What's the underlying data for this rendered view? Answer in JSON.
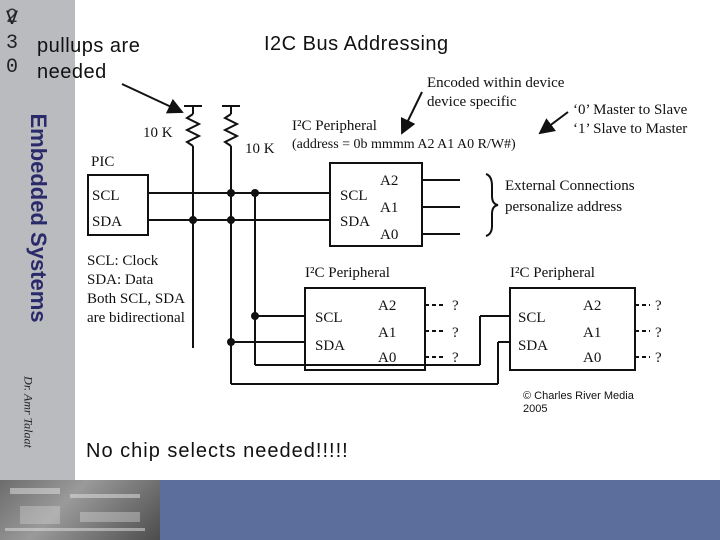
{
  "slide": {
    "course_code": [
      "V",
      "3",
      "0"
    ],
    "course_code_overlay": "2",
    "sidebar_title": "Embedded Systems",
    "author": "Dr. Amr Talaat",
    "title": "I2C Bus Addressing",
    "note_lines": [
      "pullups are",
      "needed"
    ],
    "footer_note": "No chip selects needed!!!!!",
    "copyright_lines": [
      "© Charles River Media",
      "2005"
    ]
  },
  "diagram": {
    "resistor_labels": [
      "10 K",
      "10 K"
    ],
    "encoded_label": [
      "Encoded within device",
      "device specific"
    ],
    "rw_legend": [
      "‘0’ Master to Slave",
      "‘1’ Slave to Master"
    ],
    "peripheral1": {
      "title": "I²C Peripheral",
      "address": "(address = 0b mmmm A2 A1 A0 R/W#)",
      "pins_left": [
        "SCL",
        "SDA"
      ],
      "pins_right": [
        "A2",
        "A1",
        "A0"
      ]
    },
    "pic": {
      "label": "PIC",
      "pins": [
        "SCL",
        "SDA"
      ]
    },
    "external_connections": [
      "External Connections",
      "personalize address"
    ],
    "pic_notes": [
      "SCL: Clock",
      "SDA: Data",
      "Both SCL, SDA",
      "are bidirectional"
    ],
    "peripheral2": {
      "title": "I²C Peripheral",
      "pins_left": [
        "SCL",
        "SDA"
      ],
      "pins_right": [
        "A2",
        "A1",
        "A0"
      ]
    },
    "peripheral3": {
      "title": "I²C Peripheral",
      "pins_left": [
        "SCL",
        "SDA"
      ],
      "pins_right": [
        "A2",
        "A1",
        "A0"
      ]
    },
    "unknown_marks": [
      "?",
      "?",
      "?",
      "?",
      "?",
      "?"
    ]
  }
}
